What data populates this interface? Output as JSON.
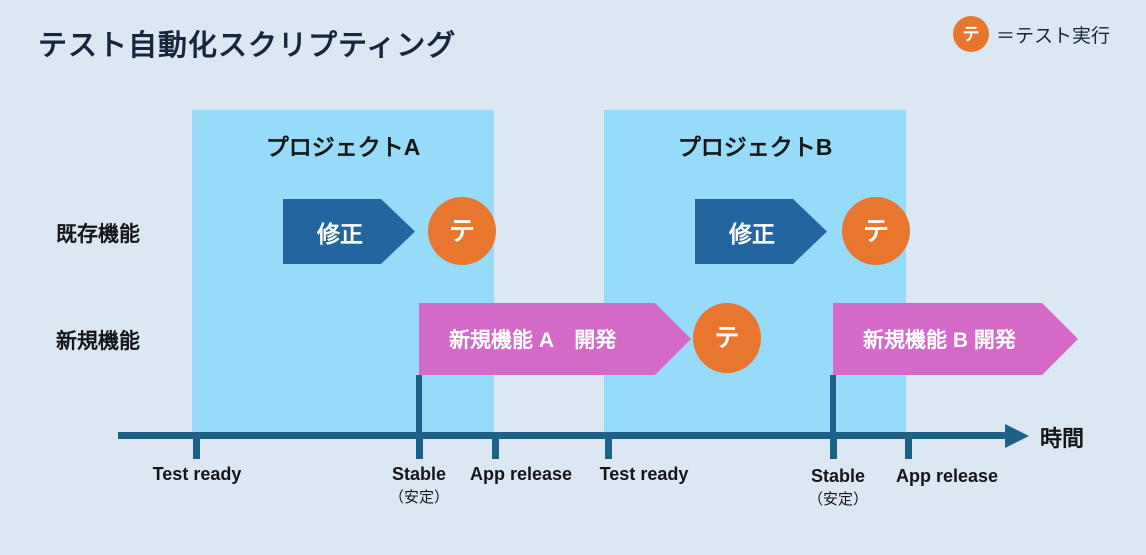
{
  "page": {
    "title": "テスト自動化スクリプティング",
    "background_color": "#dce7f4"
  },
  "legend": {
    "chip_text": "テ",
    "chip_color": "#e8762f",
    "description": "＝テスト実行"
  },
  "colors": {
    "band": "#96dcf8",
    "modify_arrow": "#22659f",
    "develop_arrow": "#d469c8",
    "test_circle": "#e8762f",
    "axis": "#1d6286",
    "text": "#14161a"
  },
  "rows": [
    {
      "label": "既存機能"
    },
    {
      "label": "新規機能"
    }
  ],
  "projects": [
    {
      "label": "プロジェクトA"
    },
    {
      "label": "プロジェクトB"
    }
  ],
  "arrows": {
    "modify_a": "修正",
    "modify_b": "修正",
    "develop_a": "新規機能 A　開発",
    "develop_b": "新規機能 B 開発"
  },
  "test_circles": [
    {
      "text": "テ"
    },
    {
      "text": "テ"
    },
    {
      "text": "テ"
    }
  ],
  "axis": {
    "name": "時間",
    "ticks": [
      {
        "label": "Test ready",
        "sub": ""
      },
      {
        "label": "Stable",
        "sub": "（安定）"
      },
      {
        "label": "App release",
        "sub": ""
      },
      {
        "label": "Test ready",
        "sub": ""
      },
      {
        "label": "Stable",
        "sub": "（安定）"
      },
      {
        "label": "App release",
        "sub": ""
      }
    ]
  }
}
